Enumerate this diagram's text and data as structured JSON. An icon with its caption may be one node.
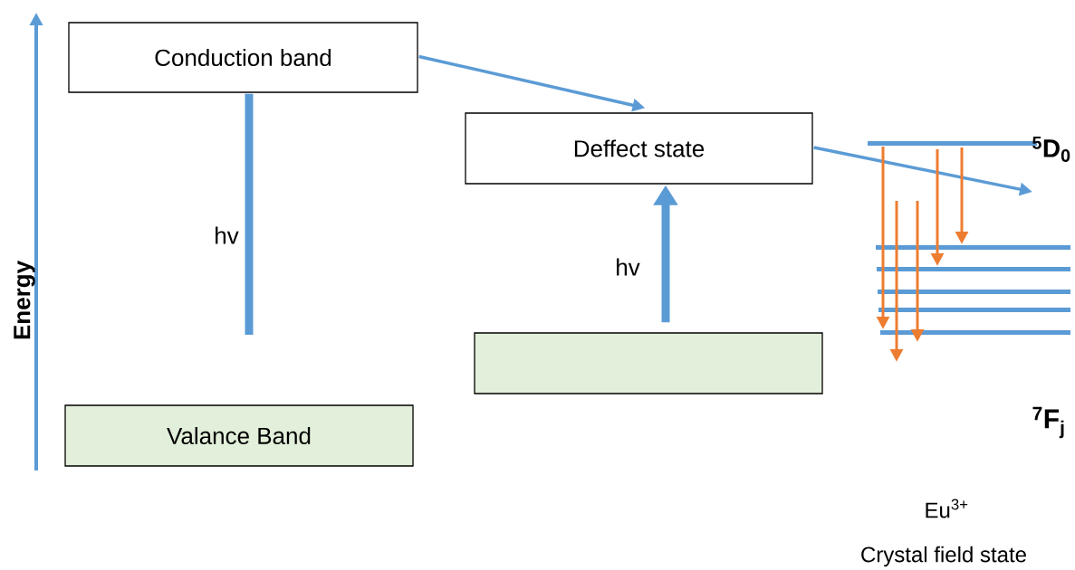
{
  "diagram": {
    "nodes": [
      {
        "text": [
          "Conduction band"
        ]
      },
      {
        "text": [
          "Valance Band"
        ]
      },
      {
        "text": [
          "Deffect state"
        ]
      },
      {
        "text": [],
        "shape": "box"
      },
      {
        "text": [],
        "shape": "bar"
      },
      {
        "text": [],
        "shape": "bar"
      },
      {
        "text": [],
        "shape": "bar"
      },
      {
        "text": [],
        "shape": "bar"
      },
      {
        "text": [],
        "shape": "bar"
      },
      {
        "text": [],
        "shape": "bar"
      }
    ],
    "edges": [
      {
        "from": 0,
        "to": 2,
        "arrow": "to",
        "color": "#5b9bd5"
      },
      {
        "from": 0,
        "to": null,
        "arrow": "none",
        "label": "hv",
        "style": "thick",
        "color": "#5b9bd5"
      },
      {
        "from": 3,
        "to": 2,
        "arrow": "to",
        "label": "hv",
        "style": "thick",
        "color": "#5b9bd5"
      },
      {
        "from": 2,
        "to": null,
        "arrow": "to",
        "color": "#5b9bd5"
      },
      {
        "from": 4,
        "to": 9,
        "arrow": "to"
      },
      {
        "from": 4,
        "to": 6,
        "arrow": "to"
      },
      {
        "from": 4,
        "to": 5,
        "arrow": "to"
      },
      {
        "from": null,
        "to": 9,
        "arrow": "to"
      },
      {
        "from": null,
        "to": 9,
        "arrow": "to"
      }
    ],
    "labels": [
      "Energy",
      "$^{5}$D$_{0}$",
      "$^{7}$F$_{j}$",
      "Eu$^{3+}$",
      "Crystal field state"
    ]
  }
}
